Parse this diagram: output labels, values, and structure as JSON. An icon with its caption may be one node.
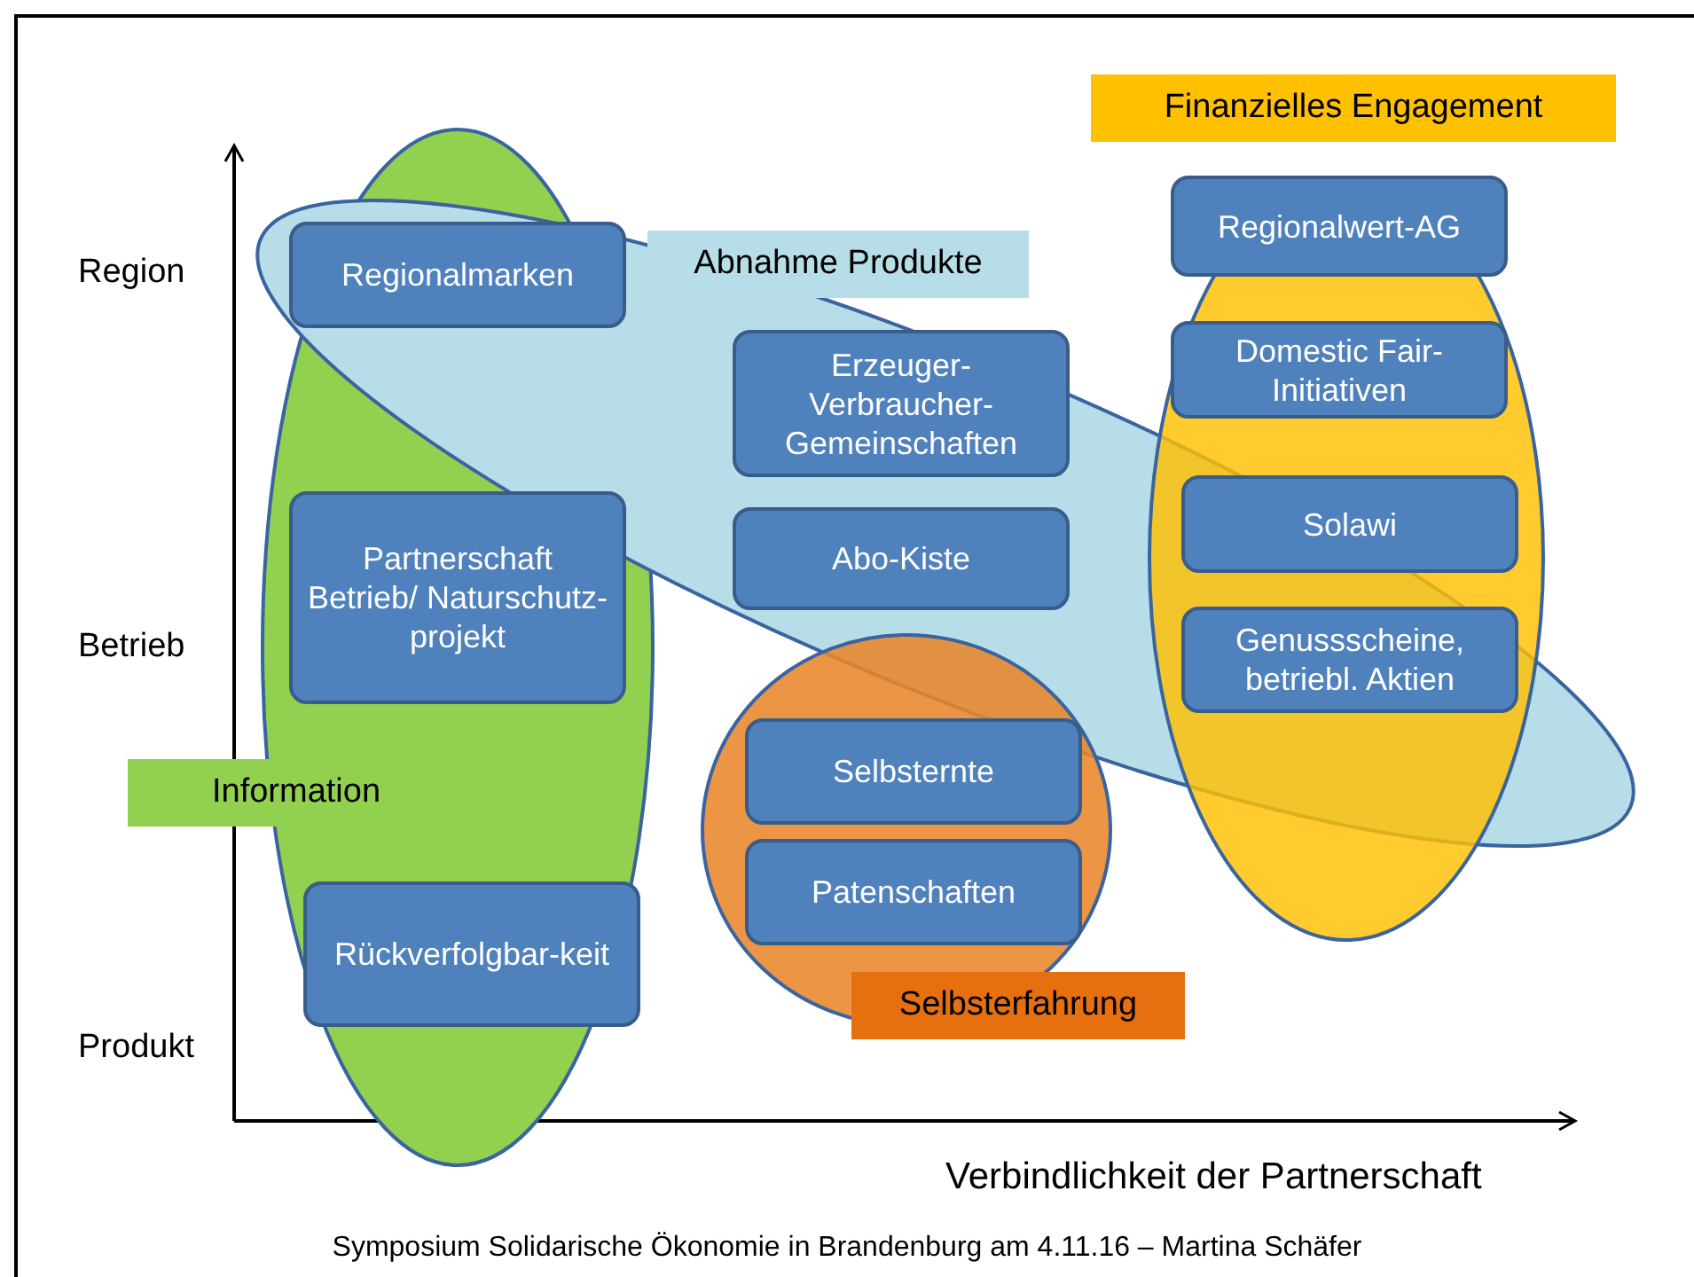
{
  "diagram": {
    "caption": "Symposium Solidarische Ökonomie in Brandenburg am 4.11.16 – Martina Schäfer",
    "nodes": [
      {
        "text": [
          "Information"
        ]
      },
      {
        "text": [
          "Abnahme Produkte"
        ]
      },
      {
        "text": [
          "Selbsterfahrung"
        ]
      },
      {
        "text": [
          "Finanzielles Engagement"
        ]
      },
      {
        "text": [
          "Regionalmarken"
        ]
      },
      {
        "text": [
          "Partnerschaft Betrieb/ Naturschutz-projekt"
        ],
        "in": 0
      },
      {
        "text": [
          "Rückverfolgbar-keit"
        ],
        "in": 0
      },
      {
        "text": [
          "Erzeuger-Verbraucher-Gemeinschaften"
        ],
        "in": 1
      },
      {
        "text": [
          "Abo-Kiste"
        ],
        "in": 1
      },
      {
        "text": [
          "Selbsternte"
        ],
        "in": 2
      },
      {
        "text": [
          "Patenschaften"
        ],
        "in": 2
      },
      {
        "text": [
          "Regionalwert-AG"
        ],
        "in": 3
      },
      {
        "text": [
          "Domestic Fair-Initiativen"
        ],
        "in": 3
      },
      {
        "text": [
          "Solawi"
        ],
        "in": 3
      },
      {
        "text": [
          "Genussscheine, betriebl. Aktien"
        ],
        "in": 3
      }
    ],
    "labels": [
      "Region",
      "Betrieb",
      "Produkt",
      "Verbindlichkeit der Partnerschaft"
    ]
  }
}
